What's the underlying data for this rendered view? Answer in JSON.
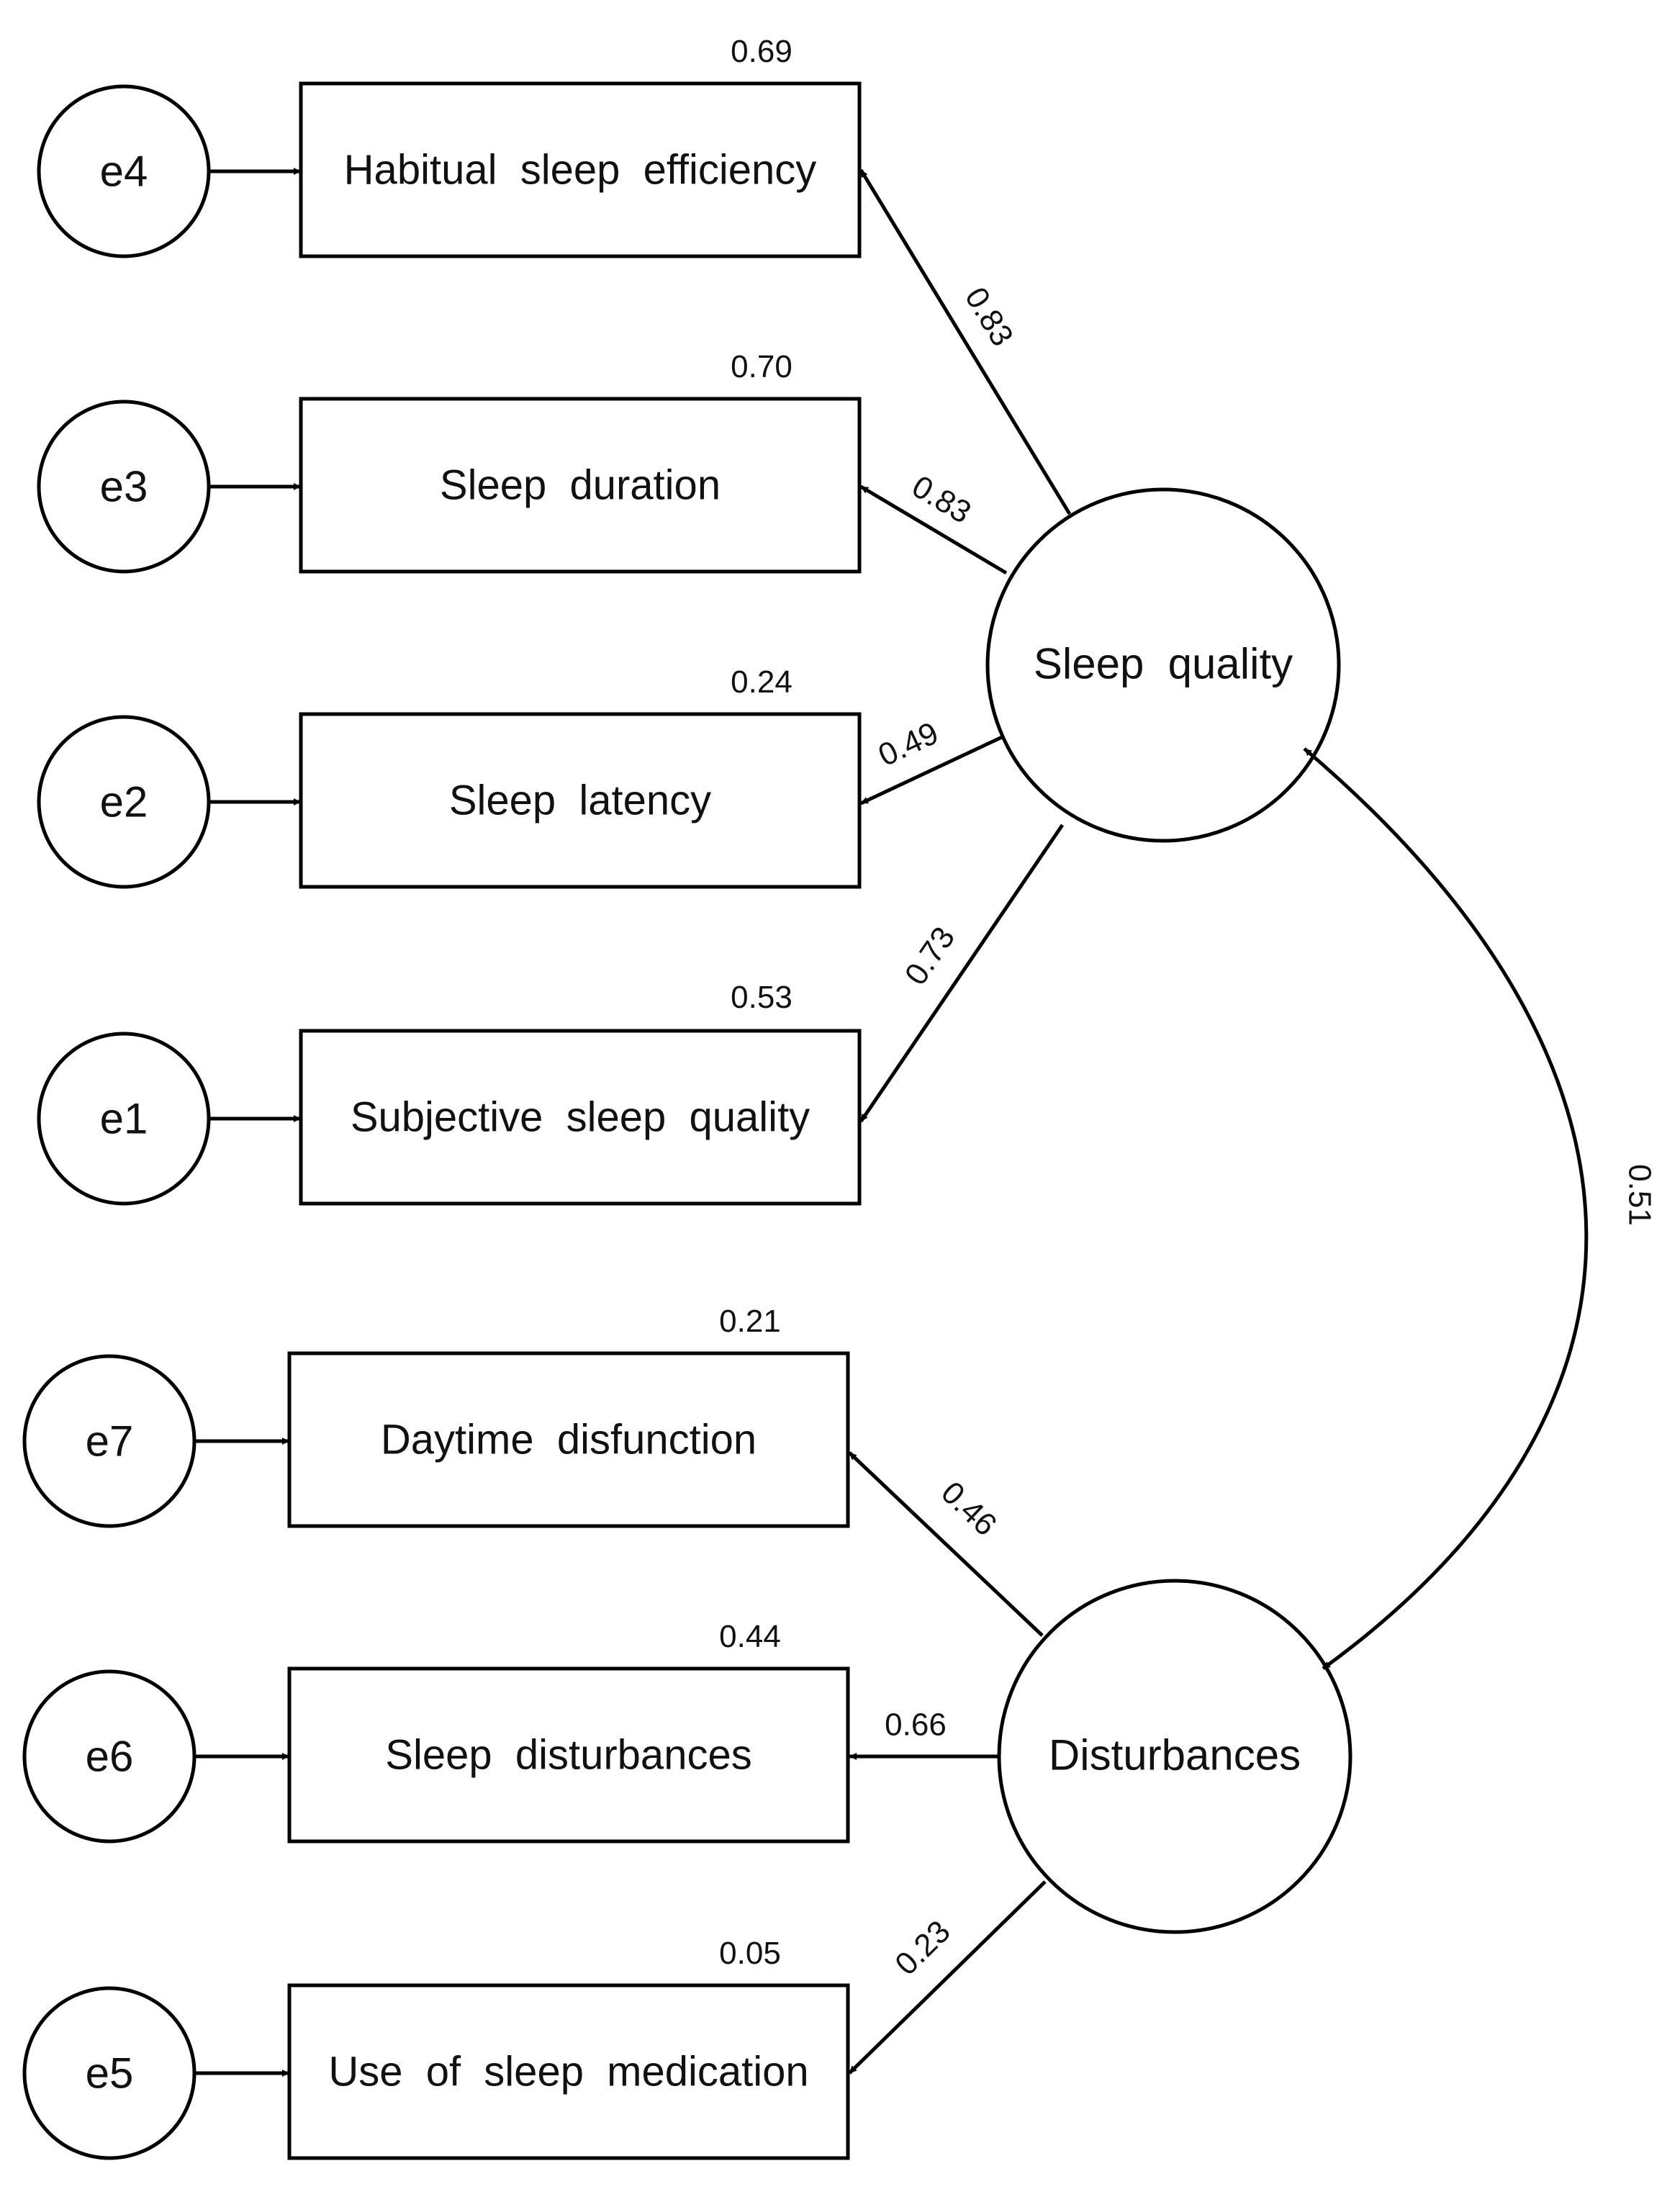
{
  "latents": [
    {
      "id": "sleep_quality",
      "label": "Sleep  quality"
    },
    {
      "id": "disturbances",
      "label": "Disturbances"
    }
  ],
  "indicators": [
    {
      "id": "hse",
      "label": "Habitual  sleep  efficiency",
      "error": "e4",
      "r2": "0.69",
      "latent": "sleep_quality",
      "loading": "0.83"
    },
    {
      "id": "sd",
      "label": "Sleep  duration",
      "error": "e3",
      "r2": "0.70",
      "latent": "sleep_quality",
      "loading": "0.83"
    },
    {
      "id": "sl",
      "label": "Sleep  latency",
      "error": "e2",
      "r2": "0.24",
      "latent": "sleep_quality",
      "loading": "0.49"
    },
    {
      "id": "ssq",
      "label": "Subjective  sleep  quality",
      "error": "e1",
      "r2": "0.53",
      "latent": "sleep_quality",
      "loading": "0.73"
    },
    {
      "id": "dd",
      "label": "Daytime  disfunction",
      "error": "e7",
      "r2": "0.21",
      "latent": "disturbances",
      "loading": "0.46"
    },
    {
      "id": "sdist",
      "label": "Sleep  disturbances",
      "error": "e6",
      "r2": "0.44",
      "latent": "disturbances",
      "loading": "0.66"
    },
    {
      "id": "usm",
      "label": "Use  of  sleep  medication",
      "error": "e5",
      "r2": "0.05",
      "latent": "disturbances",
      "loading": "0.23"
    }
  ],
  "covariance": {
    "from": "sleep_quality",
    "to": "disturbances",
    "value": "0.51"
  }
}
